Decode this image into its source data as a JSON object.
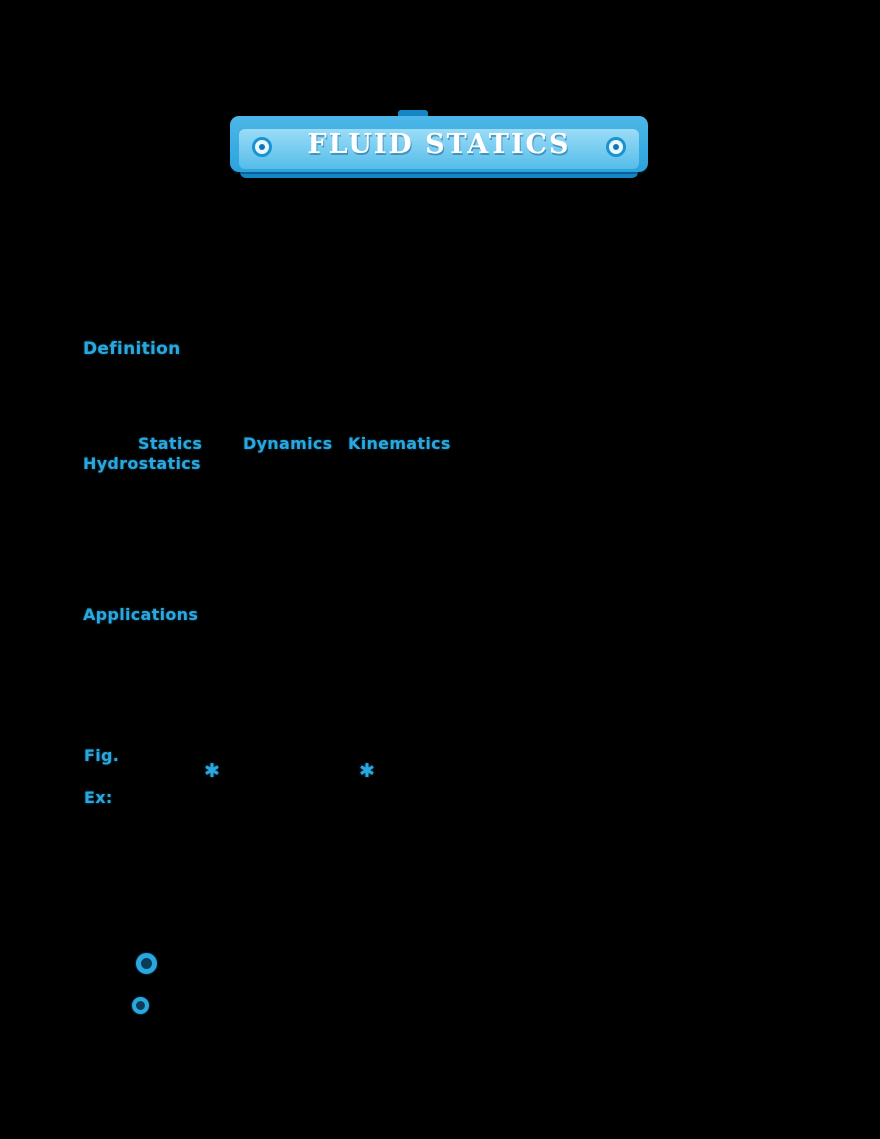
{
  "banner": {
    "title": "FLUID STATICS"
  },
  "labels": {
    "definition": "Definition",
    "statics": "Statics",
    "dynamics": "Dynamics",
    "kinematics": "Kinematics",
    "hydrostatics": "Hydrostatics",
    "applications": "Applications",
    "fig": "Fig.",
    "ex": "Ex:"
  },
  "icons": {
    "star": "✱"
  },
  "colors": {
    "background": "#000000",
    "accent": "#29A8E0",
    "ribbon_main": "#2BA3DD",
    "ribbon_face_light": "#9ADCF7",
    "ribbon_shadow": "#1486C6",
    "title_text": "#FFFFFF"
  }
}
